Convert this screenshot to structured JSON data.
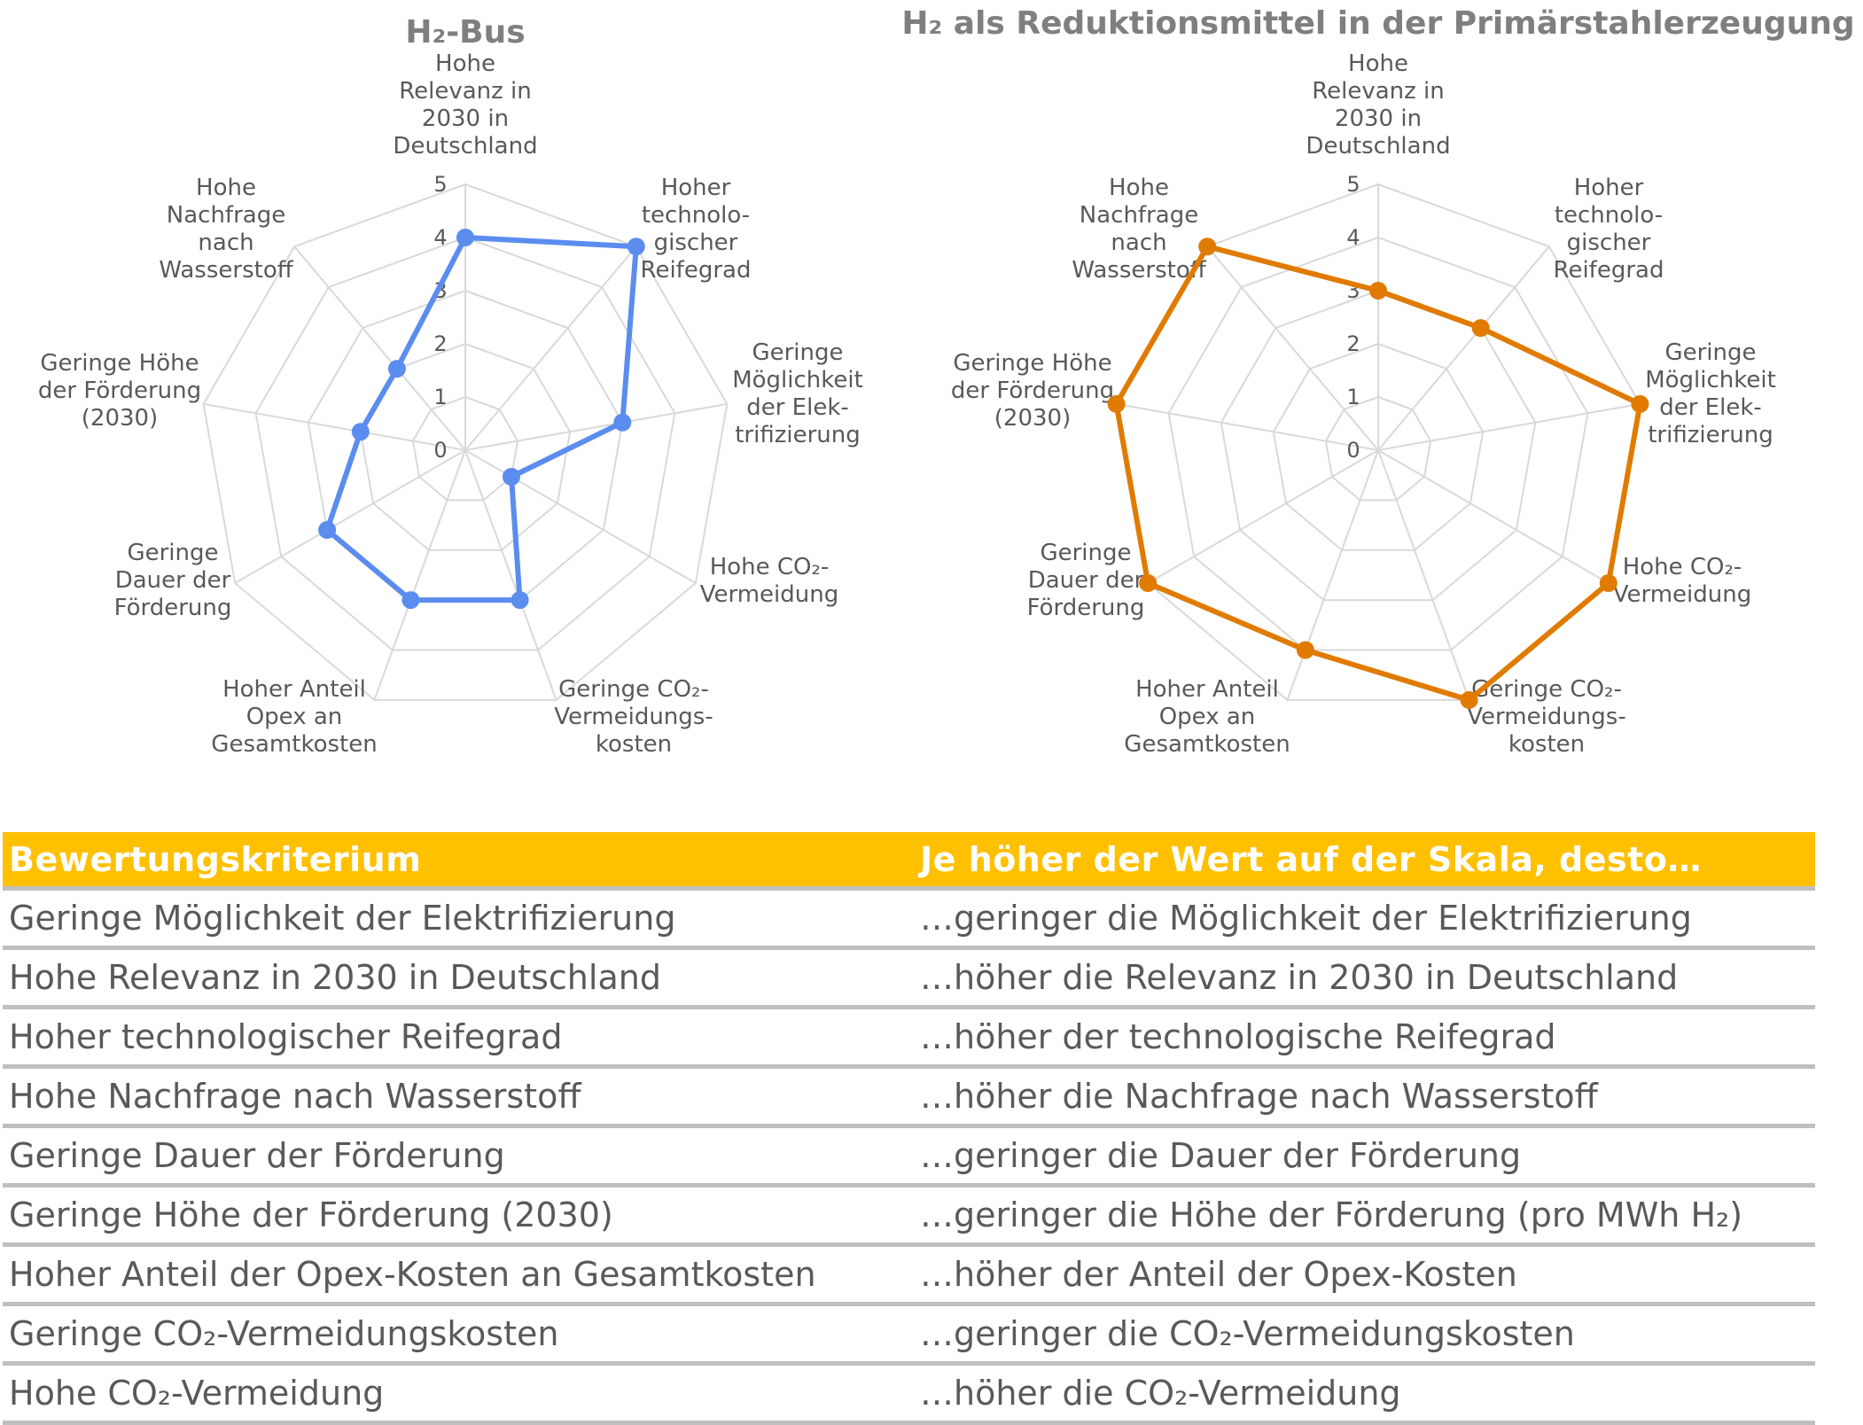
{
  "chart_data": [
    {
      "type": "radar",
      "title": "H₂-Bus",
      "axes": [
        "Hohe Relevanz in 2030 in Deutschland",
        "Hoher technolo-gischer Reifegrad",
        "Geringe Möglichkeit der Elek-trifizierung",
        "Hohe CO₂-Vermeidung",
        "Geringe CO₂-Vermeidungs-kosten",
        "Hoher Anteil Opex an Gesamtkosten",
        "Geringe Dauer der Förderung",
        "Geringe Höhe der Förderung (2030)",
        "Hohe Nachfrage nach Wasserstoff"
      ],
      "axis_label_lines": [
        [
          "Hohe",
          "Relevanz in",
          "2030 in",
          "Deutschland"
        ],
        [
          "Hoher",
          "technolo-",
          "gischer",
          "Reifegrad"
        ],
        [
          "Geringe",
          "Möglichkeit",
          "der Elek-",
          "trifizierung"
        ],
        [
          "Hohe CO₂-",
          "Vermeidung"
        ],
        [
          "Geringe CO₂-",
          "Vermeidungs-",
          "kosten"
        ],
        [
          "Hoher Anteil",
          "Opex an",
          "Gesamtkosten"
        ],
        [
          "Geringe",
          "Dauer der",
          "Förderung"
        ],
        [
          "Geringe Höhe",
          "der Förderung",
          "(2030)"
        ],
        [
          "Hohe",
          "Nachfrage",
          "nach",
          "Wasserstoff"
        ]
      ],
      "values": [
        4,
        5,
        3,
        1,
        3,
        3,
        3,
        2,
        2
      ],
      "rlim": [
        0,
        5
      ],
      "ticks": [
        "0",
        "1",
        "2",
        "3",
        "4",
        "5"
      ],
      "color": "#5b8def",
      "grid": true
    },
    {
      "type": "radar",
      "title": "H₂ als Reduktionsmittel in der Primärstahlerzeugung",
      "axes": [
        "Hohe Relevanz in 2030 in Deutschland",
        "Hoher technolo-gischer Reifegrad",
        "Geringe Möglichkeit der Elek-trifizierung",
        "Hohe CO₂-Vermeidung",
        "Geringe CO₂-Vermeidungs-kosten",
        "Hoher Anteil Opex an Gesamtkosten",
        "Geringe Dauer der Förderung",
        "Geringe Höhe der Förderung (2030)",
        "Hohe Nachfrage nach Wasserstoff"
      ],
      "axis_label_lines": [
        [
          "Hohe",
          "Relevanz in",
          "2030 in",
          "Deutschland"
        ],
        [
          "Hoher",
          "technolo-",
          "gischer",
          "Reifegrad"
        ],
        [
          "Geringe",
          "Möglichkeit",
          "der Elek-",
          "trifizierung"
        ],
        [
          "Hohe CO₂-",
          "Vermeidung"
        ],
        [
          "Geringe CO₂-",
          "Vermeidungs-",
          "kosten"
        ],
        [
          "Hoher Anteil",
          "Opex an",
          "Gesamtkosten"
        ],
        [
          "Geringe",
          "Dauer der",
          "Förderung"
        ],
        [
          "Geringe Höhe",
          "der Förderung",
          "(2030)"
        ],
        [
          "Hohe",
          "Nachfrage",
          "nach",
          "Wasserstoff"
        ]
      ],
      "values": [
        3,
        3,
        5,
        5,
        5,
        4,
        5,
        5,
        5
      ],
      "rlim": [
        0,
        5
      ],
      "ticks": [
        "0",
        "1",
        "2",
        "3",
        "4",
        "5"
      ],
      "color": "#e07b00",
      "grid": true
    }
  ],
  "table": {
    "headers": [
      "Bewertungskriterium",
      "Je höher der Wert auf der Skala, desto…"
    ],
    "rows": [
      [
        "Geringe Möglichkeit der Elektrifizierung",
        "…geringer die Möglichkeit der Elektrifizierung"
      ],
      [
        "Hohe Relevanz in 2030 in Deutschland",
        "…höher die Relevanz in 2030 in Deutschland"
      ],
      [
        "Hoher technologischer Reifegrad",
        "…höher der technologische Reifegrad"
      ],
      [
        "Hohe Nachfrage nach Wasserstoff",
        "…höher die Nachfrage nach Wasserstoff"
      ],
      [
        "Geringe Dauer der Förderung",
        "…geringer die Dauer der Förderung"
      ],
      [
        "Geringe Höhe der Förderung (2030)",
        "…geringer die Höhe der Förderung (pro MWh H₂)"
      ],
      [
        "Hoher Anteil der Opex-Kosten an Gesamtkosten",
        "…höher der Anteil der Opex-Kosten"
      ],
      [
        "Geringe CO₂-Vermeidungskosten",
        "…geringer die CO₂-Vermeidungskosten"
      ],
      [
        "Hohe CO₂-Vermeidung",
        "…höher die CO₂-Vermeidung"
      ]
    ]
  }
}
